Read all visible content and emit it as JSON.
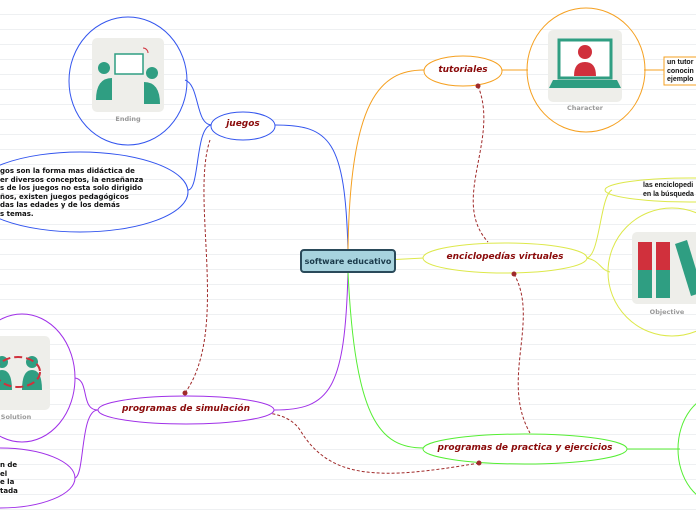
{
  "center": "software educativo",
  "nodes": {
    "juegos": "juegos",
    "tutoriales": "tutoriales",
    "enciclopedias": "enciclopedías virtuales",
    "simulacion": "programas de simulación",
    "practica": "programas de practica y ejercicios"
  },
  "images": {
    "ending": "Ending",
    "character": "Character",
    "objective": "Objective",
    "solution": "Solution"
  },
  "notes": {
    "juegos": [
      "gos son la forma mas didáctica de",
      "er diversos conceptos, la enseñanza",
      "s de los juegos no esta solo dirigido",
      "ños, existen juegos pedagógicos",
      "das las edades y de los demás",
      "s temas."
    ],
    "tutoriales": [
      "un tutor",
      "conocin",
      "ejemplo"
    ],
    "enciclopedias": [
      "las enciclopedi",
      "en la búsqueda"
    ],
    "simulacion": [
      "n de",
      "el",
      "e la",
      "tada"
    ]
  }
}
